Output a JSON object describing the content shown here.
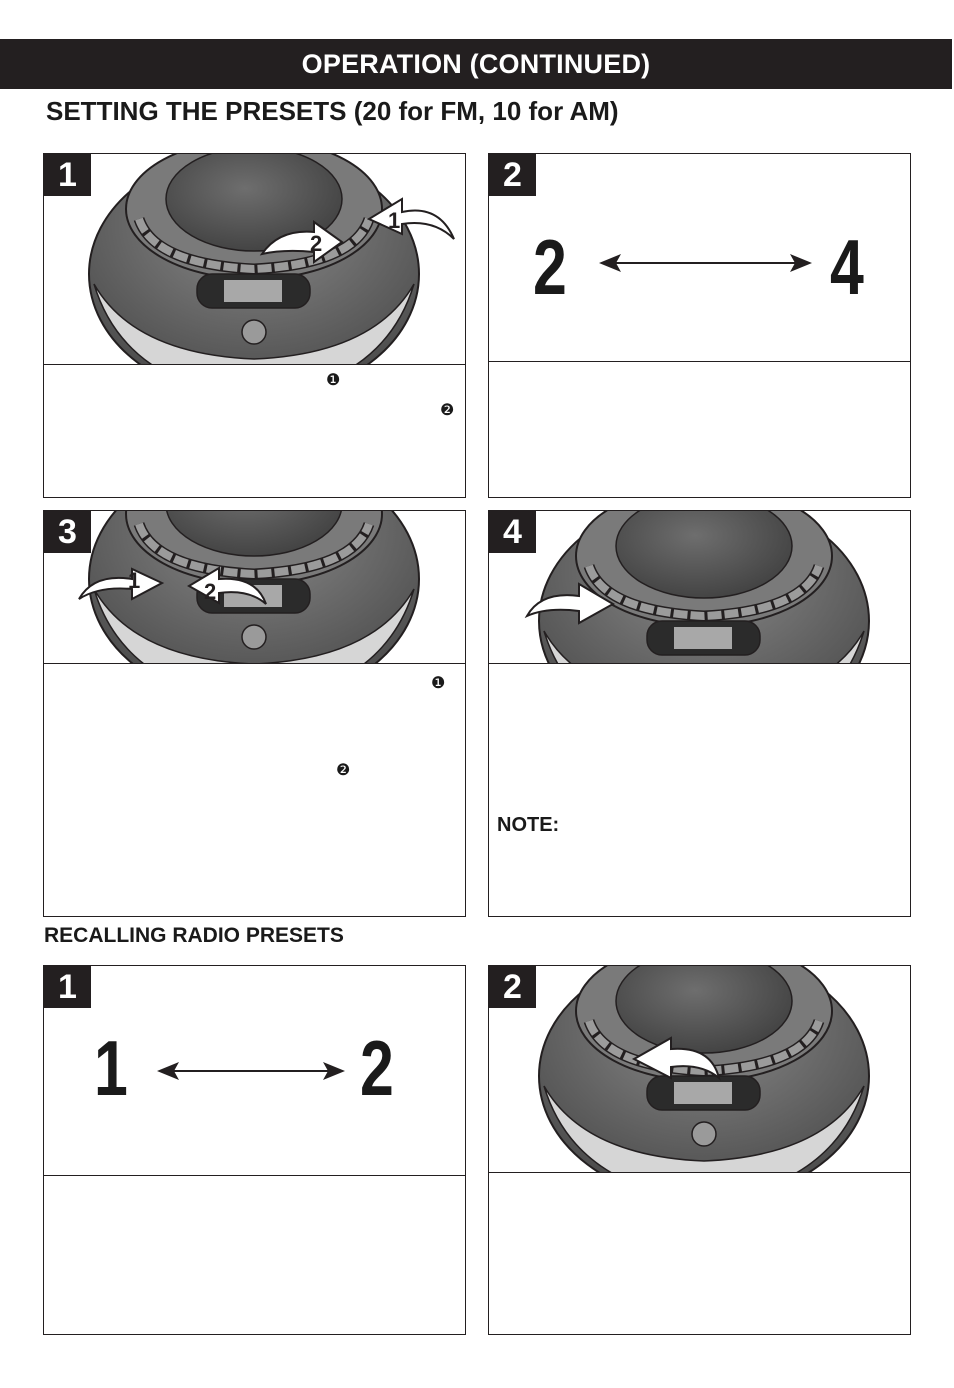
{
  "header": {
    "title": "OPERATION (CONTINUED)"
  },
  "section": {
    "title": "SETTING THE PRESETS (20 for FM, 10 for AM)"
  },
  "presets_steps": [
    {
      "step": "1",
      "markers": [
        "❶",
        "❷"
      ],
      "arrow_labels": [
        "1",
        "2"
      ]
    },
    {
      "step": "2",
      "left_value": "2",
      "right_value": "4"
    },
    {
      "step": "3",
      "markers": [
        "❶",
        "❷"
      ],
      "arrow_labels": [
        "1",
        "2"
      ]
    },
    {
      "step": "4",
      "note_label": "NOTE:"
    }
  ],
  "recall": {
    "title": "RECALLING RADIO PRESETS",
    "steps": [
      {
        "step": "1",
        "left_value": "1",
        "right_value": "2"
      },
      {
        "step": "2"
      }
    ]
  },
  "colors": {
    "bar": "#231f20",
    "device_dark": "#5a5a5a",
    "device_light": "#bcbcbc"
  }
}
